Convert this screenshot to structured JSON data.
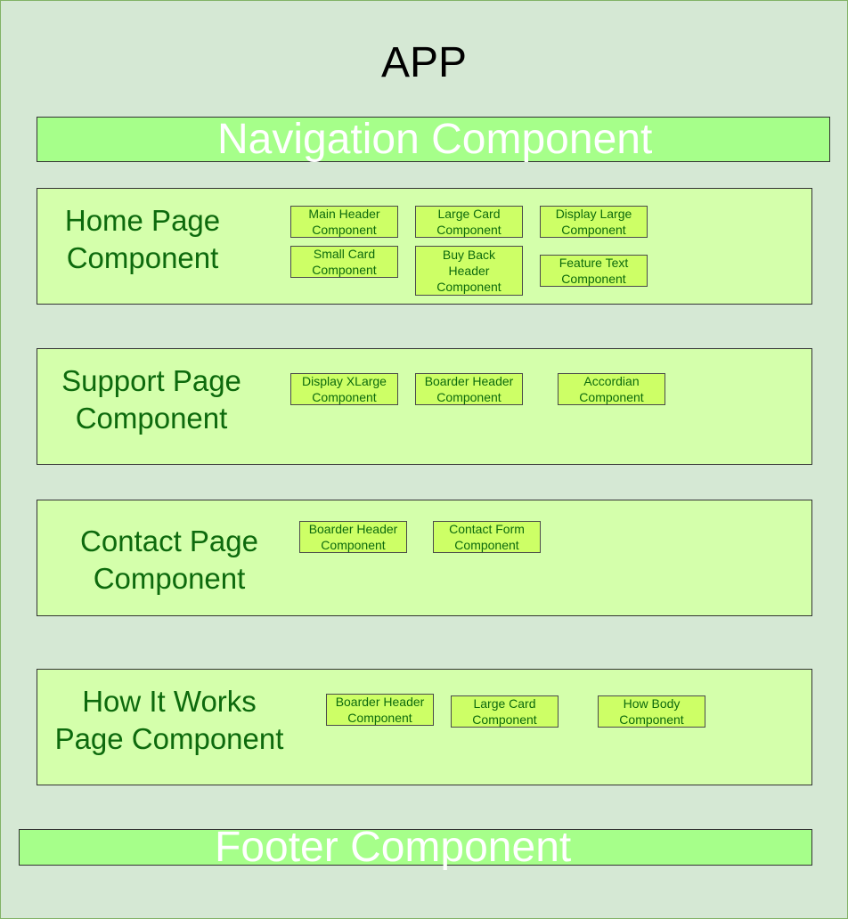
{
  "app": {
    "title": "APP"
  },
  "navigation": {
    "label": "Navigation Component"
  },
  "footer": {
    "label": "Footer Component"
  },
  "pages": [
    {
      "title_line1": "Home Page",
      "title_line2": "Component",
      "components": [
        "Main Header\nComponent",
        "Large Card\nComponent",
        "Display Large\nComponent",
        "Small Card\nComponent",
        "Buy Back\nHeader\nComponent",
        "Feature Text\nComponent"
      ]
    },
    {
      "title_line1": "Support Page",
      "title_line2": "Component",
      "components": [
        "Display XLarge\nComponent",
        "Boarder Header\nComponent",
        "Accordian\nComponent"
      ]
    },
    {
      "title_line1": "Contact Page",
      "title_line2": "Component",
      "components": [
        "Boarder Header\nComponent",
        "Contact Form\nComponent"
      ]
    },
    {
      "title_line1": "How It Works",
      "title_line2": "Page Component",
      "components": [
        "Boarder Header\nComponent",
        "Large Card\nComponent",
        "How Body\nComponent"
      ]
    }
  ]
}
